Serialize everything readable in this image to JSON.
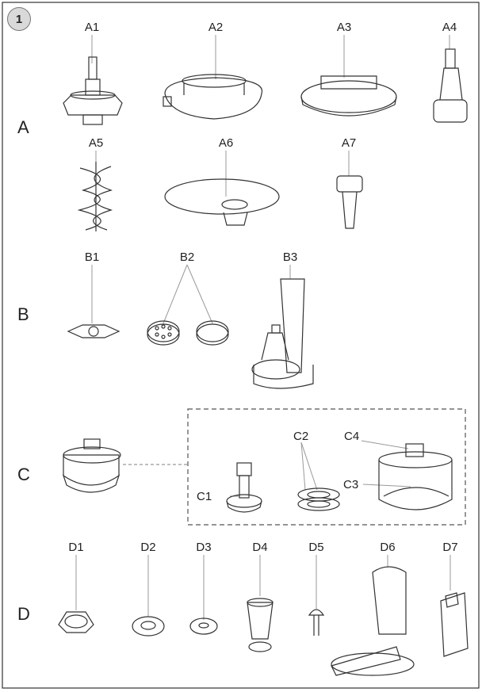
{
  "figure_number": "1",
  "sections": {
    "A": "A",
    "B": "B",
    "C": "C",
    "D": "D"
  },
  "parts": {
    "A1": "A1",
    "A2": "A2",
    "A3": "A3",
    "A4": "A4",
    "A5": "A5",
    "A6": "A6",
    "A7": "A7",
    "B1": "B1",
    "B2": "B2",
    "B3": "B3",
    "C1": "C1",
    "C2": "C2",
    "C3": "C3",
    "C4": "C4",
    "D1": "D1",
    "D2": "D2",
    "D3": "D3",
    "D4": "D4",
    "D5": "D5",
    "D6": "D6",
    "D7": "D7"
  }
}
